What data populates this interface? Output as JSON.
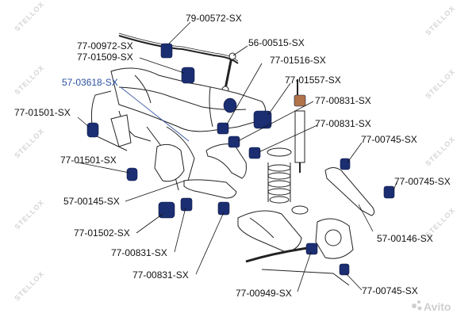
{
  "diagram": {
    "part_labels": [
      {
        "id": "p1",
        "text": "79-00572-SX"
      },
      {
        "id": "p2",
        "text": "77-00972-SX"
      },
      {
        "id": "p3",
        "text": "77-01509-SX"
      },
      {
        "id": "p4",
        "text": "56-00515-SX"
      },
      {
        "id": "p5",
        "text": "77-01516-SX"
      },
      {
        "id": "p6",
        "text": "57-03618-SX"
      },
      {
        "id": "p7",
        "text": "77-01557-SX"
      },
      {
        "id": "p8",
        "text": "77-01501-SX"
      },
      {
        "id": "p9",
        "text": "77-00831-SX"
      },
      {
        "id": "p10",
        "text": "77-00831-SX"
      },
      {
        "id": "p11",
        "text": "77-00745-SX"
      },
      {
        "id": "p12",
        "text": "77-01501-SX"
      },
      {
        "id": "p13",
        "text": "77-00745-SX"
      },
      {
        "id": "p14",
        "text": "57-00145-SX"
      },
      {
        "id": "p15",
        "text": "77-01502-SX"
      },
      {
        "id": "p16",
        "text": "57-00146-SX"
      },
      {
        "id": "p17",
        "text": "77-00831-SX"
      },
      {
        "id": "p18",
        "text": "77-00831-SX"
      },
      {
        "id": "p19",
        "text": "77-00949-SX"
      },
      {
        "id": "p20",
        "text": "77-00745-SX"
      }
    ],
    "watermark_text": "STELLOX",
    "marketplace_mark": "Avito",
    "colors": {
      "bushing": "#1c2e72",
      "bushing_highlight": "#3a55b8",
      "highlight_label": "#2a4f9e",
      "outline": "#222222",
      "bump_stop": "#b0734a"
    }
  }
}
